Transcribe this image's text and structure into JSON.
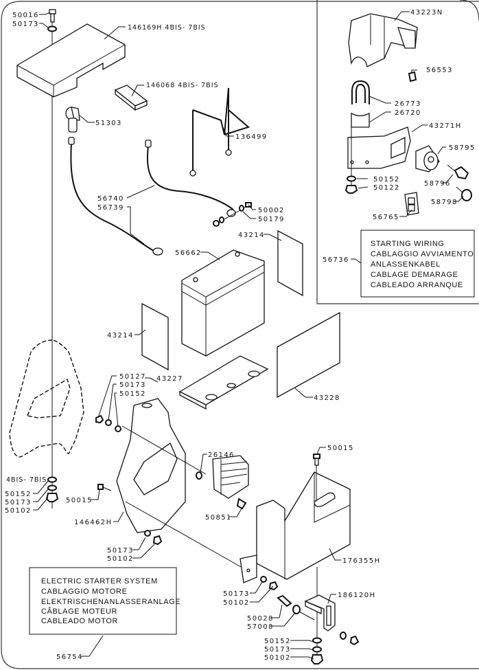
{
  "diagram": {
    "type": "exploded-parts-diagram",
    "main_assembly": {
      "title_lines": [
        "ELECTRIC  STARTER  SYSTEM",
        "CABLAGGIO  MOTORE",
        "ELEKTRISCHENANLASSERANLAGE",
        "CÂBLAGE  MOTEUR",
        "CABLEADO  MOTOR"
      ],
      "part_number": "56754"
    },
    "inset_assembly": {
      "title_lines": [
        "STARTING  WIRING",
        "CABLAGGIO  AVVIAMENTO",
        "ANLASSENKABEL",
        "CABLAGE  DEMARAGE",
        "CABLEADO  ARRANQUE"
      ],
      "part_number": "56736"
    },
    "labels": {
      "p50016": "50016",
      "p50173_top": "50173",
      "p146169H": "146169H  4BIS- 7BIS",
      "p146068": "146068  4BIS- 7BIS",
      "p51303": "51303",
      "p136499": "136499",
      "p56740": "56740",
      "p56739": "56739",
      "p50002": "50002",
      "p50179": "50179",
      "p43214_right": "43214",
      "p56662": "56662",
      "p43214_left": "43214",
      "p43227": "43227",
      "p43228": "43228",
      "p50127": "50127",
      "p50173_mid": "50173",
      "p50152_mid": "50152",
      "p4bis": "4BIS- 7BIS",
      "p50152_left": "50152",
      "p50173_left": "50173",
      "p50102_left": "50102",
      "p50015_left": "50015",
      "p146462H": "146462H",
      "p50173_b1": "50173",
      "p50102_b1": "50102",
      "p26146": "26146",
      "p50851": "50851",
      "p50015_right": "50015",
      "p176355H": "176355H",
      "p50173_b2": "50173",
      "p50102_b2": "50102",
      "p186120H": "186120H",
      "p50028": "50028",
      "p57008": "57008",
      "p50152_bot": "50152",
      "p50173_bot": "50173",
      "p50102_bot": "50102",
      "p43223N": "43223N",
      "p56553": "56553",
      "p26773": "26773",
      "p26720": "26720",
      "p43271H": "43271H",
      "p58795": "58795",
      "p50152_inset": "50152",
      "p50122": "50122",
      "p58796": "58796",
      "p58798": "58798",
      "p56765": "56765"
    }
  }
}
